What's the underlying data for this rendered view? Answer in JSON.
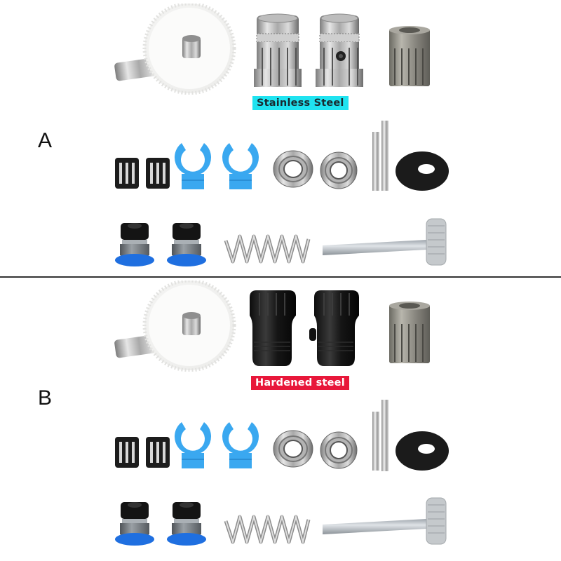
{
  "sections": [
    {
      "label": "A",
      "badge": {
        "text": "Stainless Steel",
        "bg": "#1fe3f0",
        "color": "#1a2a30"
      },
      "drive_gear_material": "stainless steel",
      "rows": [
        [
          "white-plastic-gear-with-shaft",
          "drive-gear",
          "drive-gear-with-set-screw",
          "motor-pinion-gear"
        ],
        [
          "needle-bearing",
          "needle-bearing",
          "blue-tube-clip",
          "blue-tube-clip",
          "ball-bearing",
          "ball-bearing",
          "steel-pin",
          "steel-pin",
          "black-washer"
        ],
        [
          "push-fit-coupler",
          "push-fit-coupler",
          "compression-spring",
          "thumb-screw"
        ]
      ]
    },
    {
      "label": "B",
      "badge": {
        "text": "Hardened steel",
        "bg": "#e8173a",
        "color": "#ffffff"
      },
      "drive_gear_material": "hardened steel",
      "rows": [
        [
          "white-plastic-gear-with-shaft",
          "drive-gear",
          "drive-gear-with-set-screw",
          "motor-pinion-gear"
        ],
        [
          "needle-bearing",
          "needle-bearing",
          "blue-tube-clip",
          "blue-tube-clip",
          "ball-bearing",
          "ball-bearing",
          "steel-pin",
          "steel-pin",
          "black-washer"
        ],
        [
          "push-fit-coupler",
          "push-fit-coupler",
          "compression-spring",
          "thumb-screw"
        ]
      ]
    }
  ],
  "colors": {
    "divider": "#333333",
    "clip_blue": "#3aa8f0",
    "coupler_blue": "#1f6fe0",
    "stainless": "#c8c8c8",
    "hardened": "#1a1a1a"
  }
}
